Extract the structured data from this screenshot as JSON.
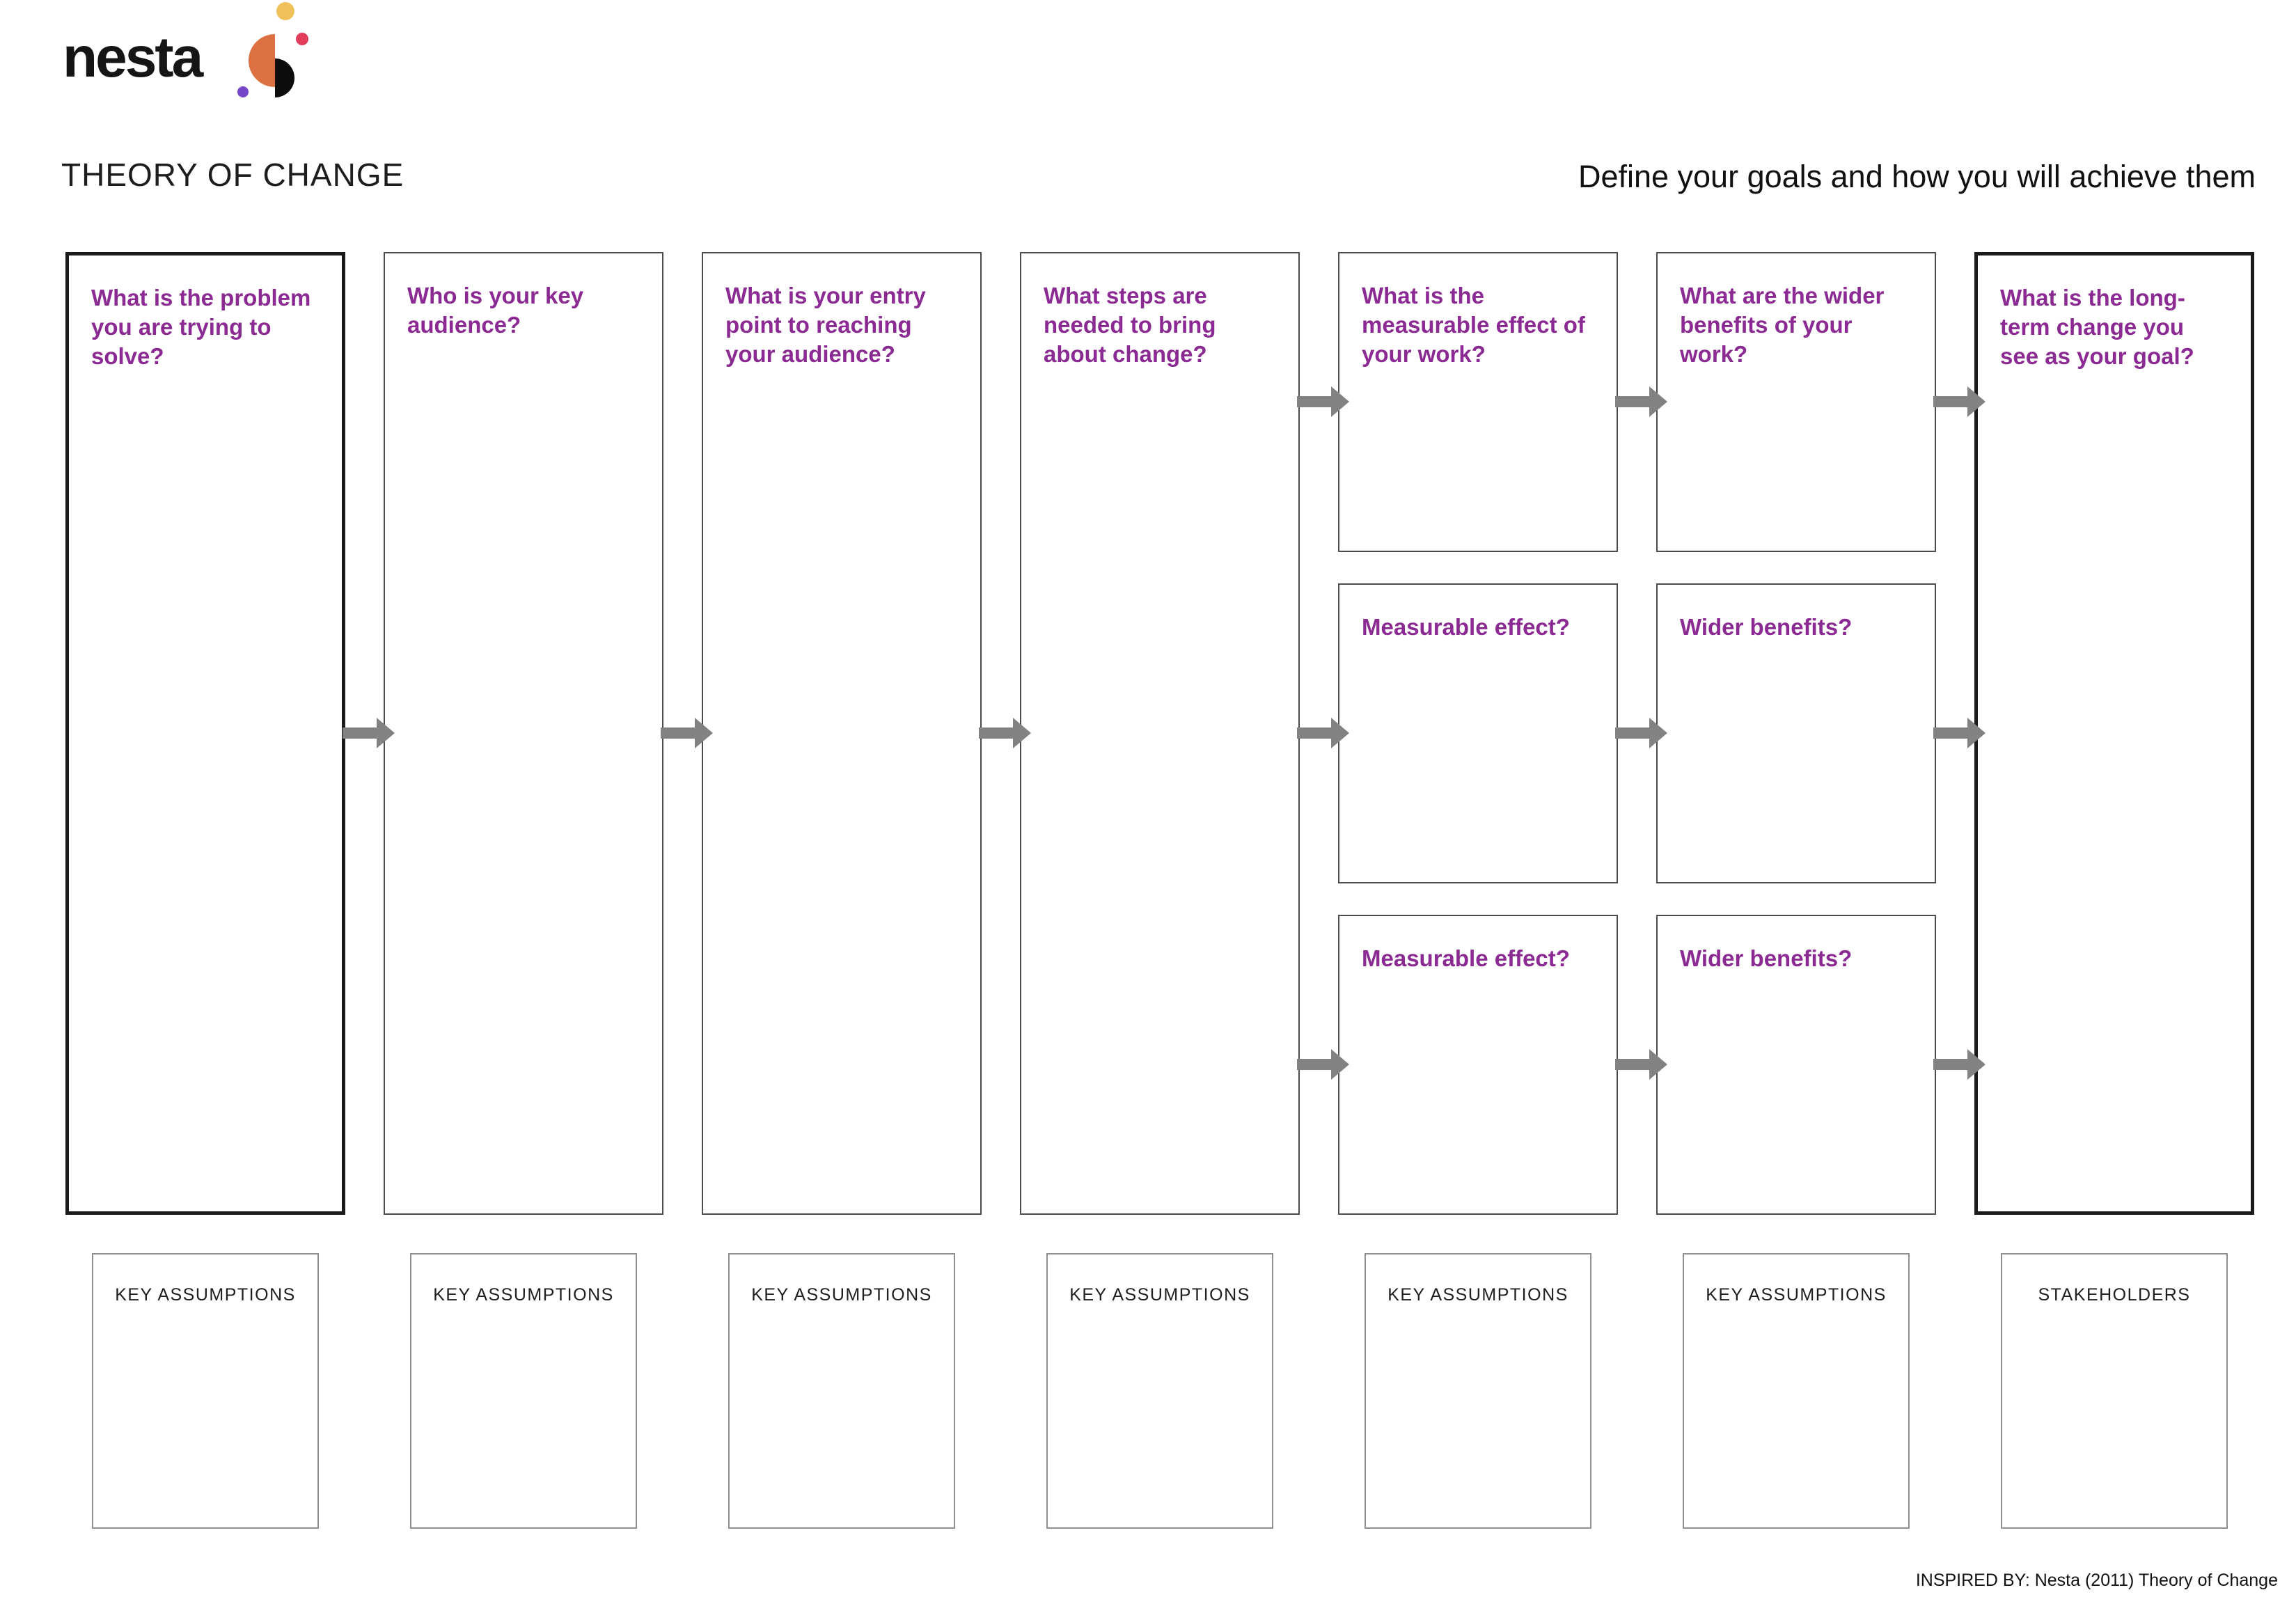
{
  "logo": {
    "wordmark": "nesta"
  },
  "header": {
    "title": "THEORY OF CHANGE",
    "subtitle": "Define your goals and how you will achieve them"
  },
  "columns": [
    {
      "heading": "What is the problem you are trying to solve?",
      "footer_label": "KEY ASSUMPTIONS"
    },
    {
      "heading": "Who is your key audience?",
      "footer_label": "KEY ASSUMPTIONS"
    },
    {
      "heading": "What is your entry point to reaching your audience?",
      "footer_label": "KEY ASSUMPTIONS"
    },
    {
      "heading": "What steps are needed to bring about change?",
      "footer_label": "KEY ASSUMPTIONS"
    },
    {
      "heading": "What is the measurable effect of your work?",
      "sub_boxes": [
        "Measurable effect?",
        "Measurable effect?"
      ],
      "footer_label": "KEY ASSUMPTIONS"
    },
    {
      "heading": "What are the wider benefits of your work?",
      "sub_boxes": [
        "Wider benefits?",
        "Wider benefits?"
      ],
      "footer_label": "KEY ASSUMPTIONS"
    },
    {
      "heading": "What is the long-term change you see as your goal?",
      "footer_label": "STAKEHOLDERS"
    }
  ],
  "footer": {
    "credit": "INSPIRED BY: Nesta (2011) Theory of Change"
  },
  "colors": {
    "accent_purple": "#8B2A92",
    "arrow_gray": "#828282",
    "thick_border": "#1b1b1b",
    "thin_border": "#4d4d4d",
    "logo_orange": "#DD7040",
    "logo_yellow": "#F0C05A",
    "logo_red": "#E13D5D",
    "logo_purple": "#7547C8",
    "logo_black": "#0d0d0d"
  }
}
